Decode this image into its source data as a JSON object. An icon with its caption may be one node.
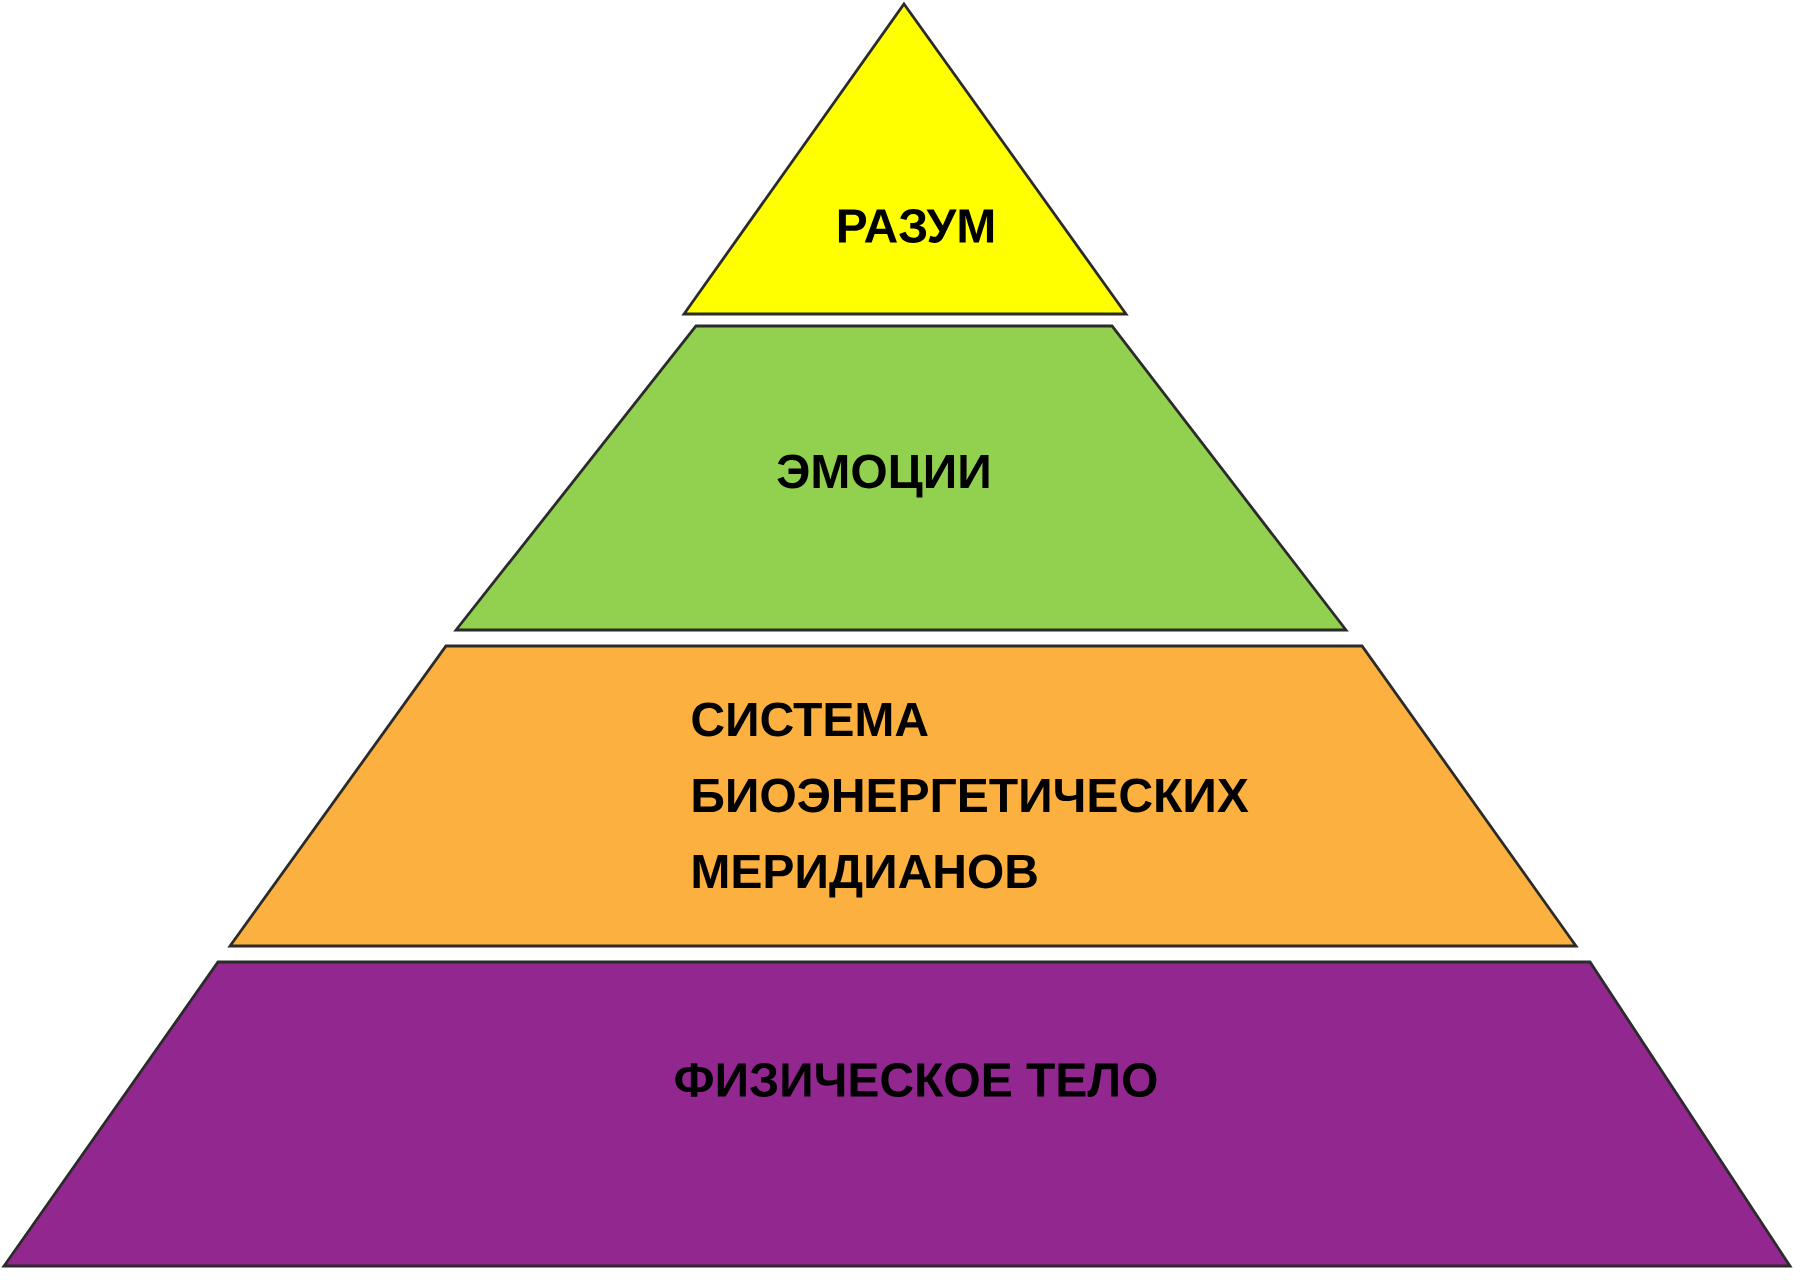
{
  "diagram": {
    "nodes": [
      {
        "text": [
          "РАЗУМ"
        ]
      },
      {
        "text": [
          "ЭМОЦИИ"
        ]
      },
      {
        "text": [
          "СИСТЕМА БИОЭНЕРГЕТИЧЕСКИХ МЕРИДИАНОВ"
        ]
      },
      {
        "text": [
          "ФИЗИЧЕСКОЕ ТЕЛО"
        ]
      }
    ]
  }
}
